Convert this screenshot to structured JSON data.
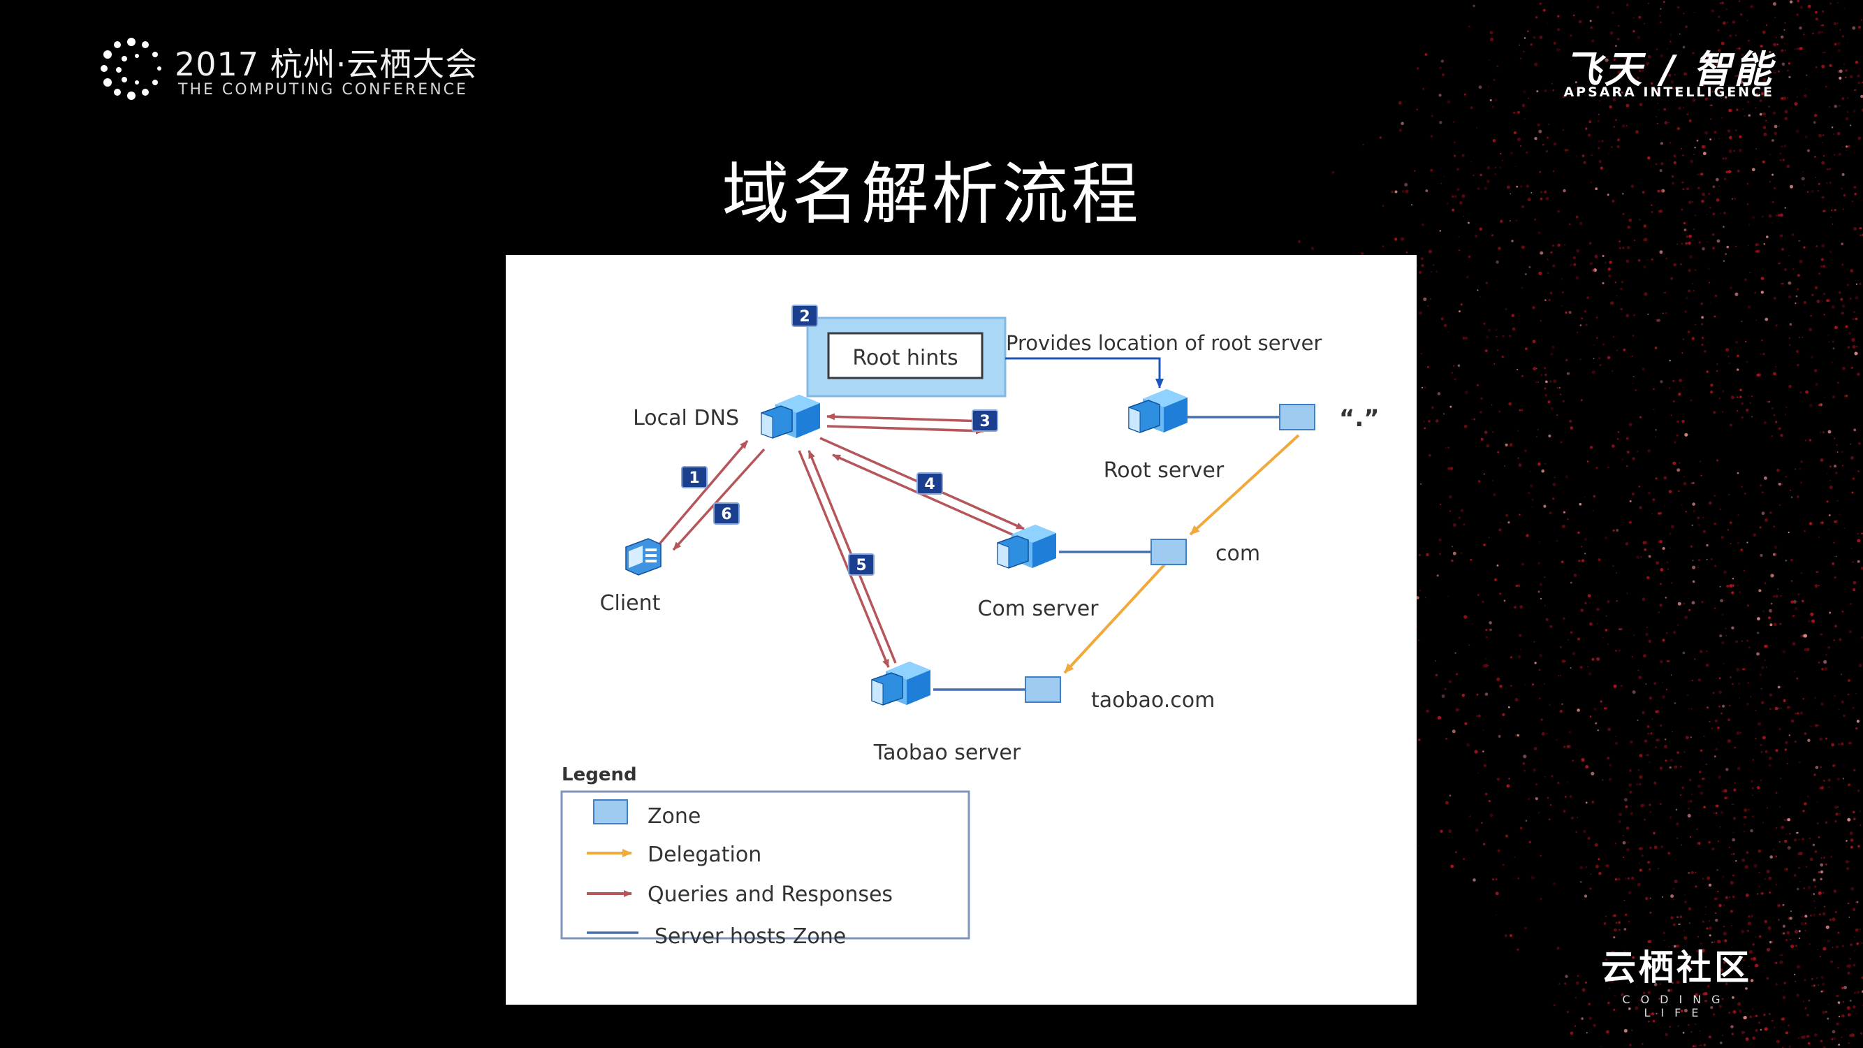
{
  "conference": {
    "year_city": "2017 杭州·云栖大会",
    "subtitle": "THE COMPUTING CONFERENCE"
  },
  "brand": {
    "name": "飞天 / 智能",
    "tagline": "APSARA INTELLIGENCE"
  },
  "slide": {
    "title": "域名解析流程"
  },
  "footer": {
    "community": "云栖社区",
    "community_sub": "CODING LIFE"
  },
  "diagram": {
    "root_hints": "Root hints",
    "provides_location": "Provides location of root server",
    "root_zone": "“.”",
    "nodes": {
      "local_dns": "Local DNS",
      "root_server": "Root server",
      "client": "Client",
      "com_server": "Com server",
      "taobao_server": "Taobao server"
    },
    "zones": {
      "com": "com",
      "taobao": "taobao.com"
    },
    "steps": [
      "1",
      "2",
      "3",
      "4",
      "5",
      "6"
    ],
    "legend": {
      "title": "Legend",
      "zone": "Zone",
      "delegation": "Delegation",
      "queries": "Queries and Responses",
      "hosts": "Server hosts Zone"
    }
  },
  "colors": {
    "query_arrow": "#b5575a",
    "delegation": "#f2a93b",
    "host_line": "#4a6fb0",
    "zone_fill": "#9fcbf0",
    "badge": "#1b3f8f"
  }
}
